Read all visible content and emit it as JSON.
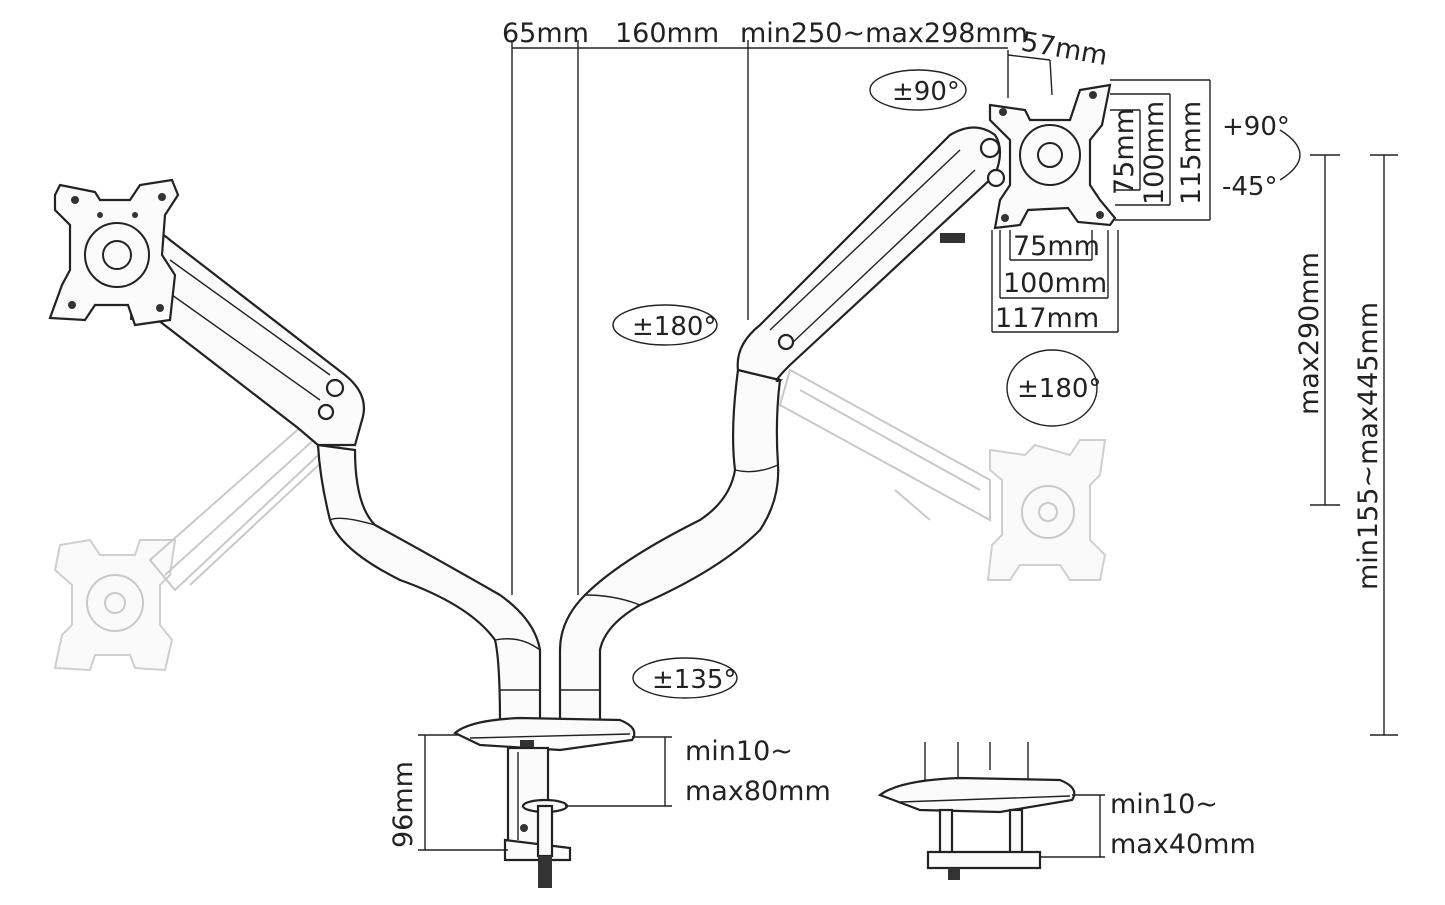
{
  "dimensions": {
    "d65": "65mm",
    "d160": "160mm",
    "reach": "min250~max298mm",
    "d57": "57mm",
    "vesa_v75": "75mm",
    "vesa_v100": "100mm",
    "vesa_v115": "115mm",
    "vesa_h75": "75mm",
    "vesa_h100": "100mm",
    "vesa_h117": "117mm",
    "height_max": "max290mm",
    "height_range": "min155~max445mm",
    "pole": "96mm",
    "clamp_line1": "min10~",
    "clamp_line2": "max80mm",
    "grommet_line1": "min10~",
    "grommet_line2": "max40mm"
  },
  "angles": {
    "rotate_top": "±90°",
    "tilt_up": "+90°",
    "tilt_down": "-45°",
    "swivel_arm": "±180°",
    "swivel_head": "±180°",
    "swivel_base": "±135°"
  }
}
